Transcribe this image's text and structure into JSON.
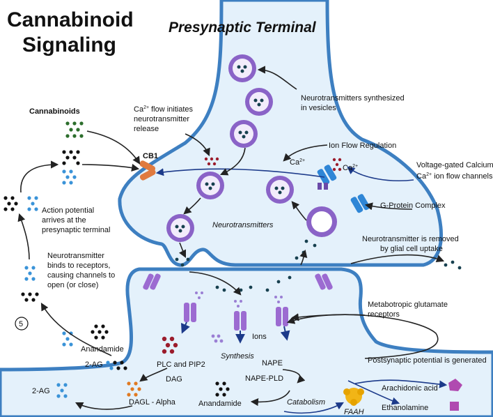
{
  "title_line1": "Cannabinoid",
  "title_line2": "Signaling",
  "terminal_title": "Presynaptic Terminal",
  "labels": {
    "cannabinoids": "Cannabinoids",
    "cb1": "CB1",
    "ca_flow_line1": "Ca",
    "ca_flow_sup": "2+",
    "ca_flow_line1_rest": " flow initiates",
    "ca_flow_line2": "neurotransmitter",
    "ca_flow_line3": "release",
    "synthesized_line1": "Neurotransmitters synthesized",
    "synthesized_line2": "in vesicles",
    "ion_flow": "Ion Flow Regulation",
    "ca_left": "Ca",
    "ca_right": "Ca",
    "ca_sup": "2+",
    "vg_line1": "Voltage-gated Calcium/",
    "vg_line2_a": "Ca",
    "vg_line2_sup": "2+",
    "vg_line2_b": " ion flow channels",
    "g_protein": "G-Protein Complex",
    "removed_line1": "Neurotransmitter is removed",
    "removed_line2": "by glial cell uptake",
    "neurotransmitters": "Neurotransmitters",
    "ap_line1": "Action potential",
    "ap_line2": "arrives at the",
    "ap_line3": "presynaptic terminal",
    "binds_line1": "Neurotransmitter",
    "binds_line2": "binds to receptors,",
    "binds_line3": "causing channels to",
    "binds_line4": "open (or close)",
    "step_number": "5",
    "metabotropic_line1": "Metabotropic glutamate",
    "metabotropic_line2": "receptors",
    "anandamide_upper": "Anandamide",
    "ions": "Ions",
    "synthesis": "Synthesis",
    "plc": "PLC and PIP2",
    "two_ag_upper": "2-AG",
    "dag": "DAG",
    "nape": "NAPE",
    "nape_pld": "NAPE-PLD",
    "postsynaptic": "Postsynaptic potential is generated",
    "arachidonic": "Arachidonic acid",
    "two_ag_lower": "2-AG",
    "dagl": "DAGL - Alpha",
    "anandamide_lower": "Anandamide",
    "catabolism": "Catabolism",
    "faah": "FAAH",
    "ethanolamine": "Ethanolamine"
  },
  "colors": {
    "cell_fill": "#e4f1fb",
    "membrane": "#3d7fc1",
    "vesicle_outer": "#8a63c7",
    "vesicle_inner": "#f2ecfb",
    "nt_dot": "#17404f",
    "cannabinoid_dot": "#2c6e2c",
    "black_dot": "#111111",
    "blue_dot": "#3a93d8",
    "red_dot": "#9b1c2c",
    "purple_dot": "#9b7fd4",
    "orange_dot": "#e07a22",
    "cb1_receptor": "#e07a3f",
    "receptor": "#9c6bd1",
    "channel_blue": "#2f86d6",
    "arrow_dark": "#222222",
    "arrow_navy": "#1c3a8a"
  }
}
